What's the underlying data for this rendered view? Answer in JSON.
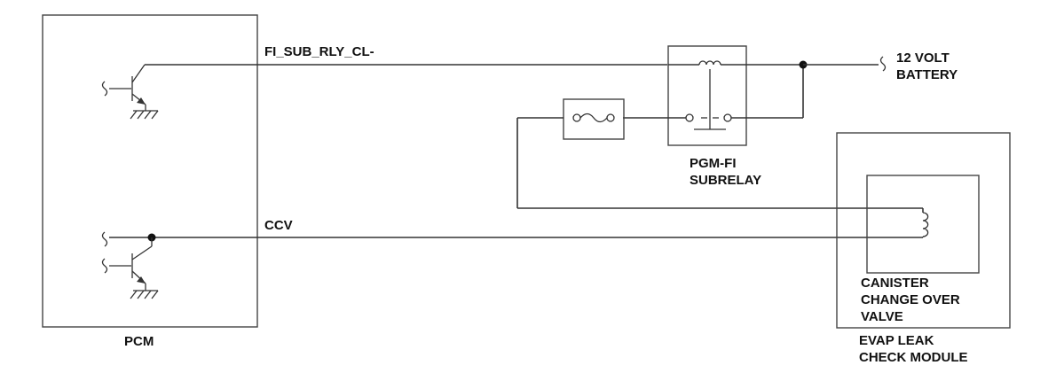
{
  "labels": {
    "pcm": "PCM",
    "signal_fi_sub": "FI_SUB_RLY_CL-",
    "signal_ccv": "CCV",
    "battery_line1": "12 VOLT",
    "battery_line2": "BATTERY",
    "relay_line1": "PGM-FI",
    "relay_line2": "SUBRELAY",
    "valve_line1": "CANISTER",
    "valve_line2": "CHANGE OVER",
    "valve_line3": "VALVE",
    "module_line1": "EVAP LEAK",
    "module_line2": "CHECK MODULE"
  },
  "colors": {
    "line": "#333333",
    "text": "#111111",
    "background": "#ffffff"
  }
}
